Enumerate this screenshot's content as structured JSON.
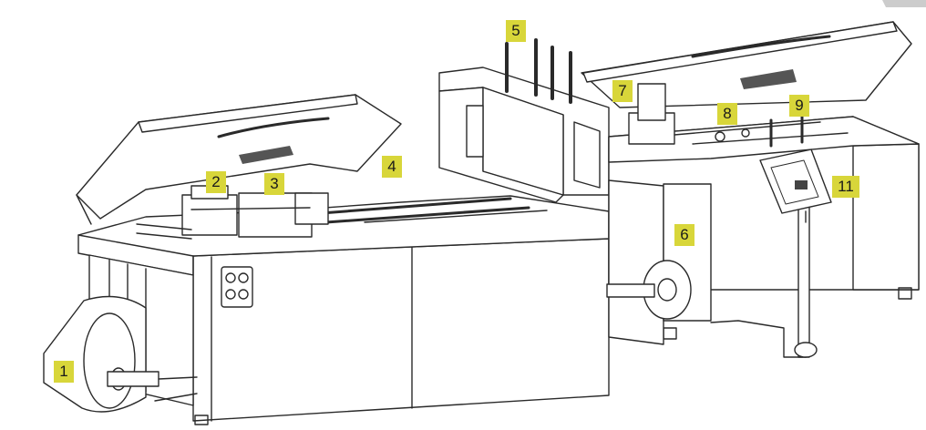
{
  "callout_color": "#d8d63a",
  "line_color": "#2a2a2a",
  "callouts": [
    {
      "label": "1"
    },
    {
      "label": "2"
    },
    {
      "label": "3"
    },
    {
      "label": "4"
    },
    {
      "label": "5"
    },
    {
      "label": "6"
    },
    {
      "label": "7"
    },
    {
      "label": "8"
    },
    {
      "label": "9"
    },
    {
      "label": "11"
    }
  ]
}
